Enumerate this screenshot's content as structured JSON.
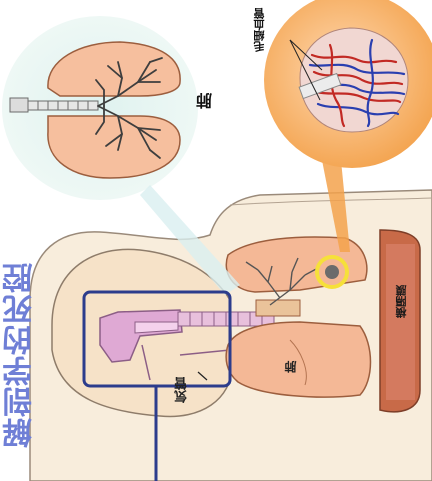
{
  "title": "解剖学的死腔",
  "labels": {
    "trachea": "気管",
    "lung": "肺",
    "lung_top": "肺",
    "capillary": "毛細血管",
    "mucosa": "横隔膜"
  },
  "colors": {
    "title": "#6f7fd6",
    "highlight_box": "#2c3c8c",
    "lung_fill": "#f4b896",
    "zoom_circle": "#f4a24a",
    "marker_ring": "#f6e03a"
  }
}
